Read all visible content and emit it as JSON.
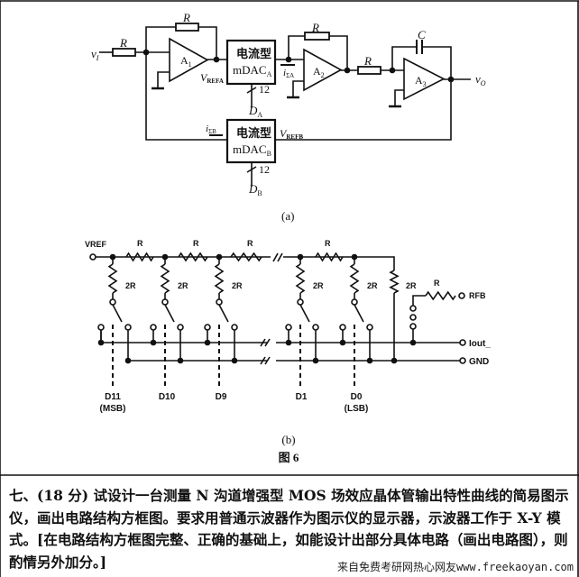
{
  "figure_a": {
    "input": "v",
    "input_sub": "I",
    "output": "v",
    "output_sub": "O",
    "resistor": "R",
    "capacitor": "C",
    "amps": [
      {
        "label": "A",
        "sub": "1"
      },
      {
        "label": "A",
        "sub": "2"
      },
      {
        "label": "A",
        "sub": "3"
      }
    ],
    "dac_a": {
      "line1": "电流型",
      "line2": "mDAC",
      "sub": "A",
      "bits": "12",
      "data": "D",
      "data_sub": "A",
      "ref": "V",
      "ref_sub": "REFA",
      "current": "i",
      "current_sub": "ΣA"
    },
    "dac_b": {
      "line1": "电流型",
      "line2": "mDAC",
      "sub": "B",
      "bits": "12",
      "data": "D",
      "data_sub": "B",
      "ref": "V",
      "ref_sub": "REFB",
      "current": "i",
      "current_sub": "ΣB"
    },
    "caption": "(a)"
  },
  "figure_b": {
    "vref": "VREF",
    "series_r": "R",
    "shunt_r": "2R",
    "feedback_r": "R",
    "rfb": "RFB",
    "iout": "Iout_",
    "gnd": "GND",
    "bits": [
      {
        "label": "D11",
        "note": "(MSB)"
      },
      {
        "label": "D10",
        "note": ""
      },
      {
        "label": "D9",
        "note": ""
      },
      {
        "label": "D1",
        "note": ""
      },
      {
        "label": "D0",
        "note": "(LSB)"
      }
    ],
    "caption": "(b)"
  },
  "figure_title": "图 6",
  "question": "七、(18 分) 试设计一台测量 N 沟道增强型 MOS 场效应晶体管输出特性曲线的简易图示仪，画出电路结构方框图。要求用普通示波器作为图示仪的显示器，示波器工作于 X-Y 模式。[在电路结构方框图完整、正确的基础上，如能设计出部分具体电路（画出电路图），则酌情另外加分。]",
  "watermark": "来自免费考研网热心网友www.freekaoyan.com"
}
